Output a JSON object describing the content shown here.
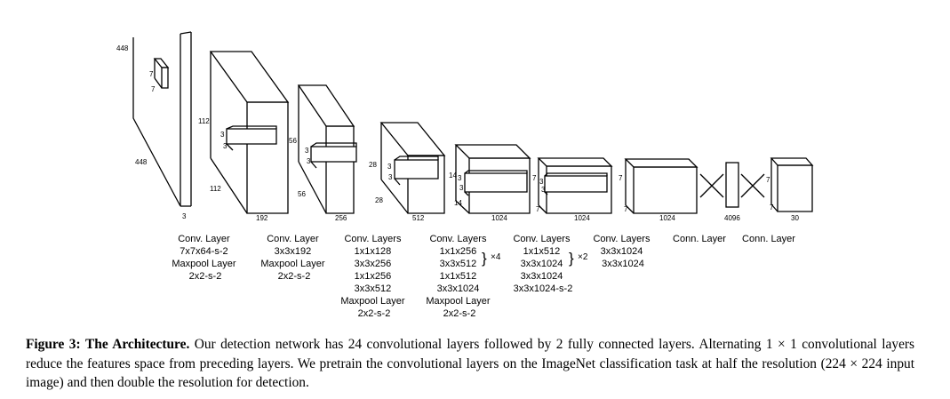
{
  "figure": {
    "label": "Figure 3:",
    "title": "The Architecture.",
    "caption_text": "Our detection network has 24 convolutional layers followed by 2 fully connected layers. Alternating 1 × 1 convolutional layers reduce the features space from preceding layers. We pretrain the convolutional layers on the ImageNet classification task at half the resolution (224 × 224 input image) and then double the resolution for detection."
  },
  "input": {
    "height": "448",
    "width": "448",
    "channels": "3",
    "kernel_h": "7",
    "kernel_w": "7"
  },
  "blocks": [
    {
      "channels": "192",
      "height": "112",
      "width": "112",
      "kernel_h": "3",
      "kernel_w": "3",
      "spec_lines": [
        "Conv. Layer",
        "7x7x64-s-2",
        "Maxpool Layer",
        "2x2-s-2"
      ]
    },
    {
      "channels": "256",
      "height": "56",
      "width": "56",
      "kernel_h": "3",
      "kernel_w": "3",
      "spec_lines": [
        "Conv. Layer",
        "3x3x192",
        "Maxpool Layer",
        "2x2-s-2"
      ]
    },
    {
      "channels": "512",
      "height": "28",
      "width": "28",
      "kernel_h": "3",
      "kernel_w": "3",
      "spec_lines": [
        "Conv. Layers",
        "1x1x128",
        "3x3x256",
        "1x1x256",
        "3x3x512",
        "Maxpool Layer",
        "2x2-s-2"
      ]
    },
    {
      "channels": "1024",
      "height": "14",
      "width": "14",
      "kernel_h": "3",
      "kernel_w": "3",
      "spec_lines": [
        "Conv. Layers",
        "1x1x256",
        "3x3x512",
        "1x1x512",
        "3x3x1024",
        "Maxpool Layer",
        "2x2-s-2"
      ],
      "repeat": "×4"
    },
    {
      "channels": "1024",
      "height": "7",
      "width": "7",
      "kernel_h": "3",
      "kernel_w": "3",
      "spec_lines": [
        "Conv. Layers",
        "1x1x512",
        "3x3x1024",
        "3x3x1024",
        "3x3x1024-s-2"
      ],
      "repeat": "×2"
    },
    {
      "channels": "1024",
      "height": "7",
      "width": "7",
      "spec_lines": [
        "Conv. Layers",
        "3x3x1024",
        "3x3x1024"
      ]
    }
  ],
  "fc1": {
    "units": "4096",
    "spec_lines": [
      "Conn. Layer"
    ]
  },
  "fc2": {
    "units": "30",
    "height": "7",
    "width": "7",
    "spec_lines": [
      "Conn. Layer"
    ]
  }
}
